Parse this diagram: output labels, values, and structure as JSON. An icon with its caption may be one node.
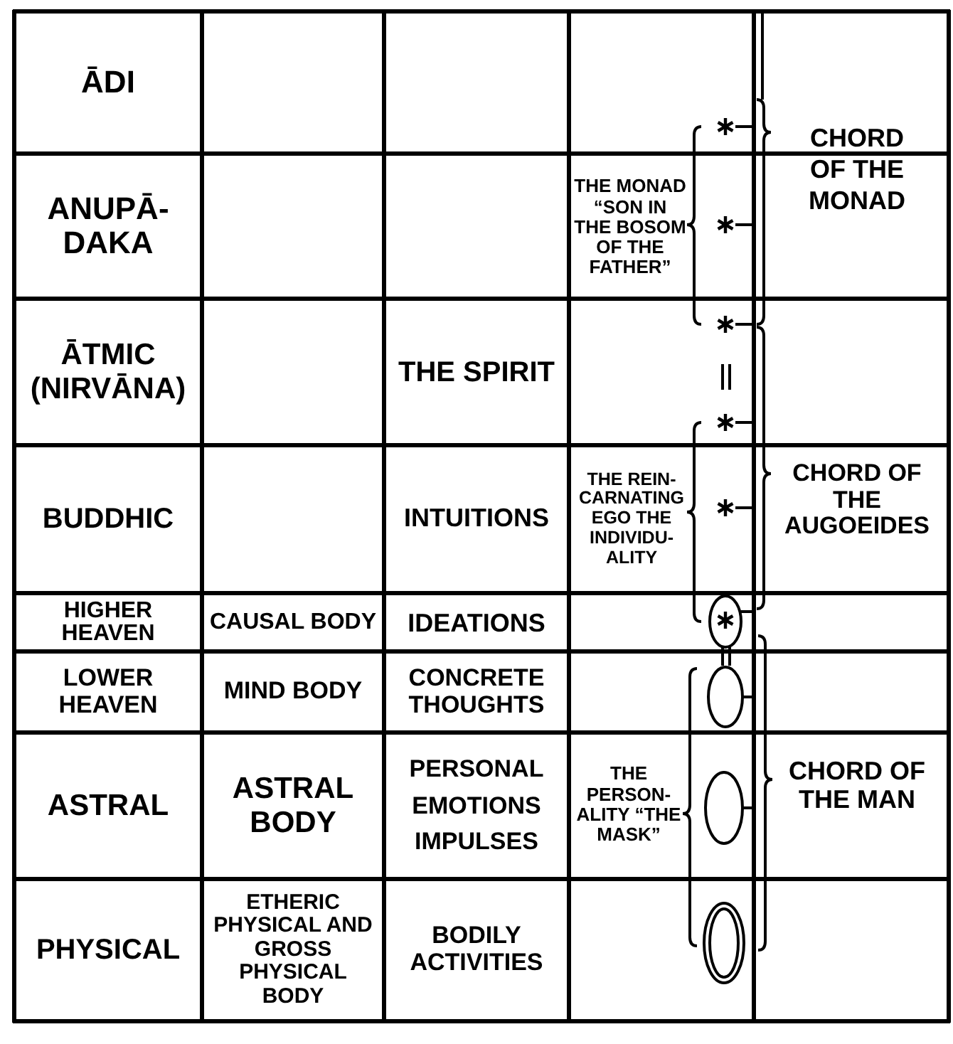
{
  "diagram": {
    "labels": [
      "ĀDI",
      "CHORD OF THE MONAD",
      "ANUPĀ-DAKA",
      "THE MONAD “SON IN THE BOSOM OF THE FATHER”",
      "ĀTMIC (NIRVĀNA)",
      "THE SPIRIT",
      "BUDDHIC",
      "INTUITIONS",
      "THE REIN-CARNATING EGO THE INDIVIDU-ALITY",
      "CHORD OF THE AUGOEIDES",
      "HIGHER HEAVEN",
      "CAUSAL BODY",
      "IDEATIONS",
      "LOWER HEAVEN",
      "MIND BODY",
      "CONCRETE THOUGHTS",
      "ASTRAL",
      "ASTRAL BODY",
      "PERSONAL EMOTIONS IMPULSES",
      "THE PERSON-ALITY “THE MASK”",
      "CHORD OF THE MAN",
      "PHYSICAL",
      "ETHERIC PHYSICAL AND GROSS PHYSICAL BODY",
      "BODILY ACTIVITIES"
    ]
  }
}
